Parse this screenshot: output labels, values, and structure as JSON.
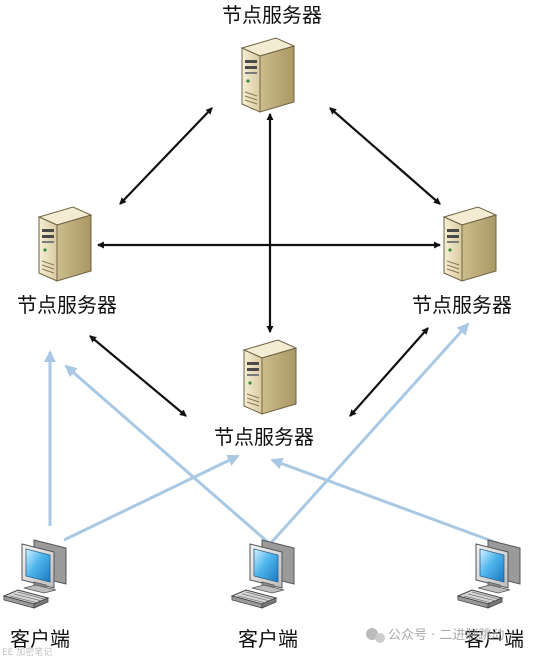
{
  "diagram": {
    "nodes": {
      "server_top": {
        "label": "节点服务器"
      },
      "server_left": {
        "label": "节点服务器"
      },
      "server_right": {
        "label": "节点服务器"
      },
      "server_center": {
        "label": "节点服务器"
      },
      "client_left": {
        "label": "客户端"
      },
      "client_center": {
        "label": "客户端"
      },
      "client_right": {
        "label": "客户端"
      }
    },
    "colors": {
      "server_link": "#111111",
      "client_link": "#a9c8e4",
      "server_body": "#efe6c4",
      "server_shade": "#bfae7c",
      "monitor_body": "#e4e4e4",
      "screen": "#2f9fe0"
    },
    "watermark": {
      "brand": "公众号 · 二进制跳动",
      "corner": "EE 加密笔记"
    }
  }
}
